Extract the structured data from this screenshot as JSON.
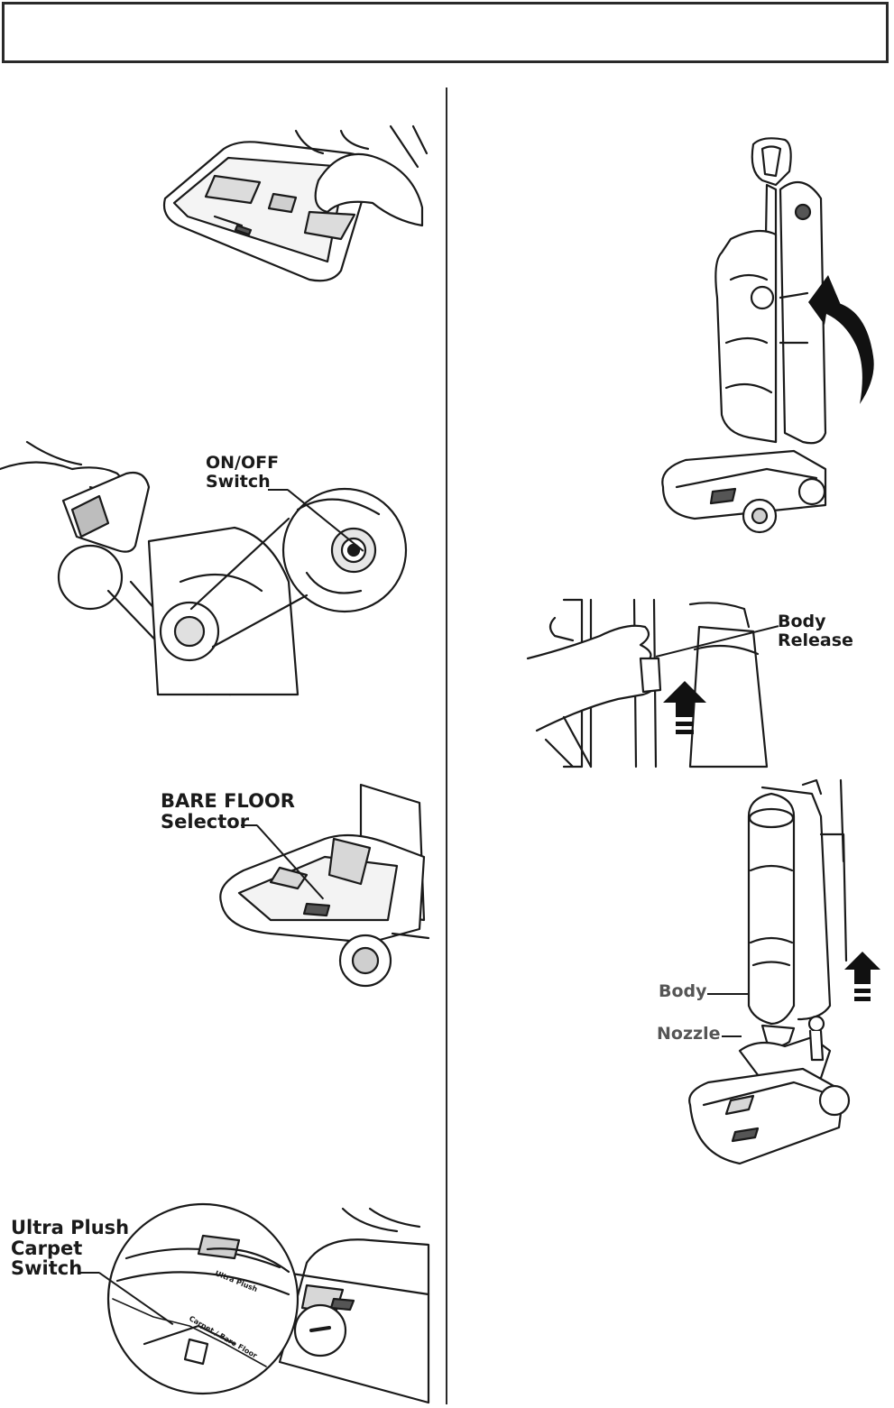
{
  "labels": {
    "onoff_line1": "ON/OFF",
    "onoff_line2": "Switch",
    "bare_line1": "BARE FLOOR",
    "bare_line2": "Selector",
    "ultra_line1": "Ultra Plush",
    "ultra_line2": "Carpet",
    "ultra_line3": "Switch",
    "ultra_panel_text": "Ultra Plush",
    "carpet_panel_text": "Carpet / Bare Floor",
    "body_release_line1": "Body",
    "body_release_line2": "Release",
    "body": "Body",
    "nozzle": "Nozzle"
  },
  "icons": [
    "up-arrow-icon",
    "curved-arrow-icon",
    "double-arrow-icon"
  ],
  "colors": {
    "ink": "#1a1a1a",
    "label_gray": "#555555",
    "fill_gray": "#dcdcdc"
  }
}
